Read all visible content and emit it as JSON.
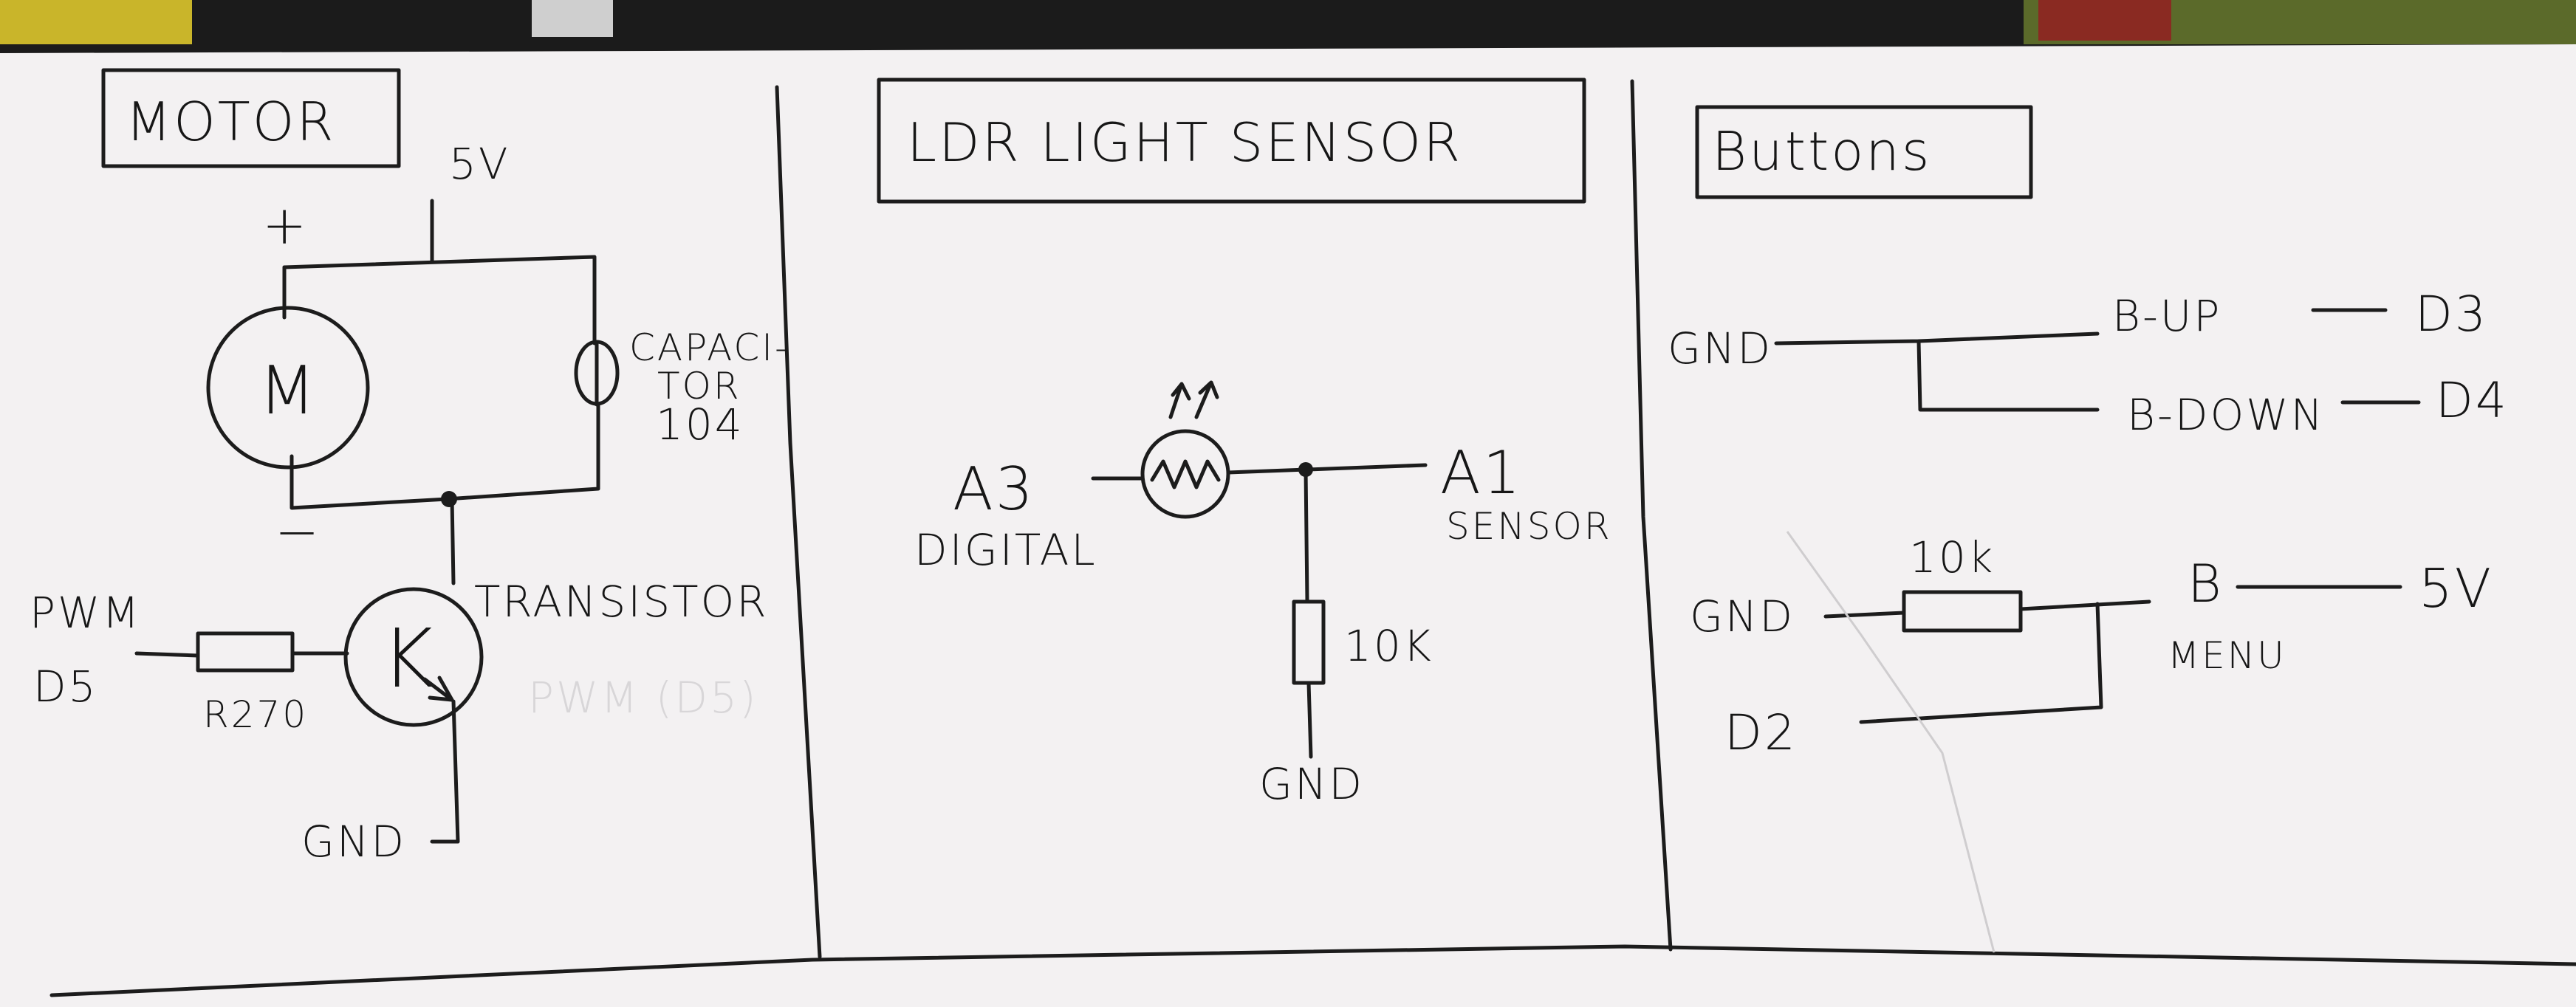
{
  "colors": {
    "paper": "#f3f1f2",
    "ink": "#1c1c1c",
    "faint_pencil": "#d8d6d8",
    "background": "#1b1b1b"
  },
  "motor_section": {
    "title": "MOTOR",
    "supply_label": "5V",
    "plus_label": "+",
    "minus_label": "−",
    "motor_symbol": "M",
    "capacitor_label_line1": "CAPACI-",
    "capacitor_label_line2": "TOR",
    "capacitor_label_line3": "104",
    "transistor_label": "TRANSISTOR",
    "transistor_symbol": "K",
    "pwm_label": "PWM",
    "pwm_pin_label": "D5",
    "resistor_label": "R270",
    "gnd_label": "GND",
    "faint_erased_text": "PWM (D5)"
  },
  "ldr_section": {
    "title": "LDR LIGHT SENSOR",
    "left_pin_label": "A3",
    "left_pin_sub": "DIGITAL",
    "right_pin_label": "A1",
    "right_pin_sub": "SENSOR",
    "resistor_label": "10K",
    "gnd_label": "GND"
  },
  "buttons_section": {
    "title": "Buttons",
    "gnd_top_label": "GND",
    "b_up_label": "B-UP",
    "d3_label": "D3",
    "b_down_label": "B-DOWN",
    "d4_label": "D4",
    "resistor_label": "10k",
    "gnd_bottom_label": "GND",
    "b_label": "B",
    "menu_label": "MENU",
    "supply_label": "5V",
    "d2_label": "D2"
  }
}
